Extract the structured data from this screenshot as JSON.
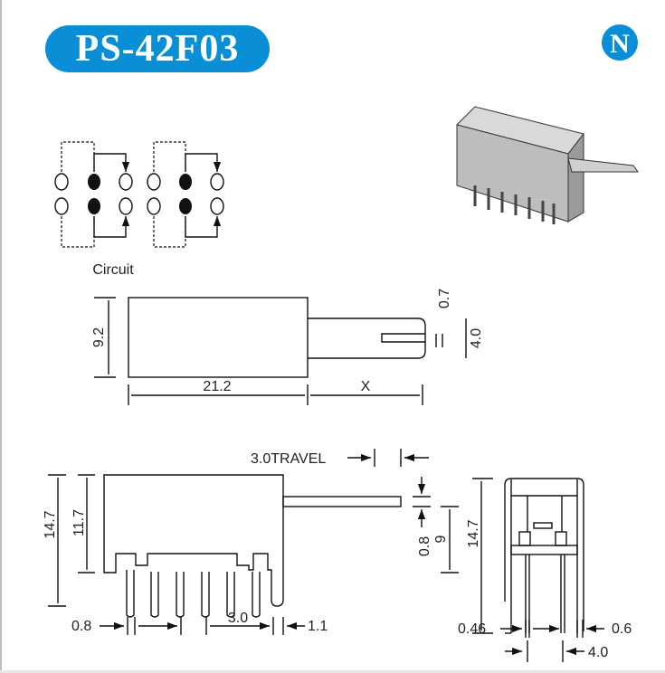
{
  "title": "PS-42F03",
  "logo": {
    "letter": "N",
    "color": "#0a8fd6"
  },
  "circuit": {
    "label": "Circuit"
  },
  "top_view": {
    "height": "9.2",
    "length": "21.2",
    "lever": "X",
    "slot": "0.7",
    "lever_width": "4.0"
  },
  "side_view": {
    "travel": "3.0TRAVEL",
    "total_height": "14.7",
    "body_height": "11.7",
    "lever_thickness": "0.8",
    "lever_height": "9",
    "pin_width": "0.8",
    "pitch": "3.0",
    "end_pin": "1.1"
  },
  "end_view": {
    "total_height": "14.7",
    "pin": "0.46",
    "frame": "0.6",
    "spacing": "4.0"
  }
}
